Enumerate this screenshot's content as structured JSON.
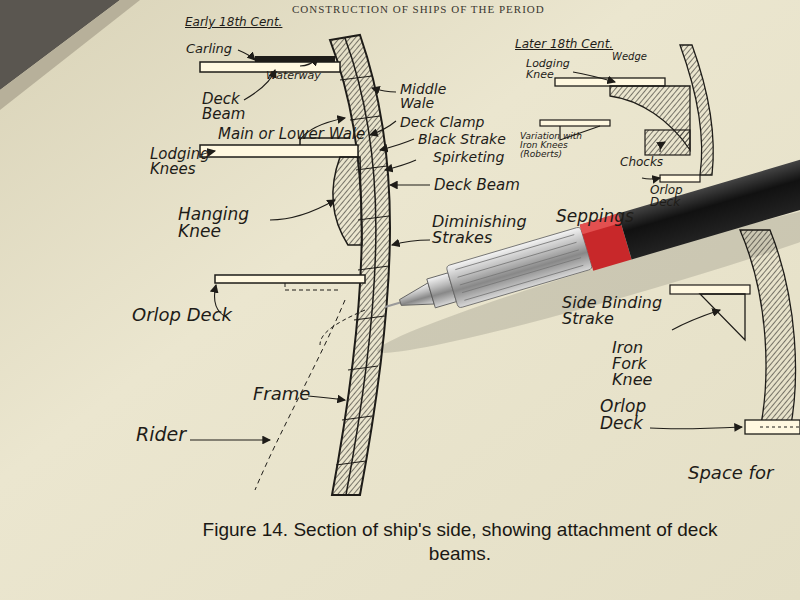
{
  "diagram": {
    "title": "CONSTRUCTION OF SHIPS OF THE PERIOD",
    "caption": "Figure 14. Section of ship's side, showing attachment of deck beams.",
    "labels": [
      "Early 18th Cent.",
      "Carling",
      "Waterway",
      "Middle Wale",
      "Deck Clamp",
      "Black Strake",
      "Deck Beam",
      "Main or Lower Wale",
      "Lodging Knees",
      "Deck Beam",
      "Spirketing",
      "Hanging Knee",
      "Diminishing Strakes",
      "Orlop Deck",
      "Frame",
      "Rider",
      "Later 18th Cent.",
      "Lodging Knee",
      "Wedge",
      "Variation with Iron Knees (Roberts)",
      "Chocks",
      "Orlop Deck",
      "Seppings",
      "Side Binding Strake",
      "Iron Fork Knee",
      "Orlop Deck",
      "Space for"
    ]
  }
}
